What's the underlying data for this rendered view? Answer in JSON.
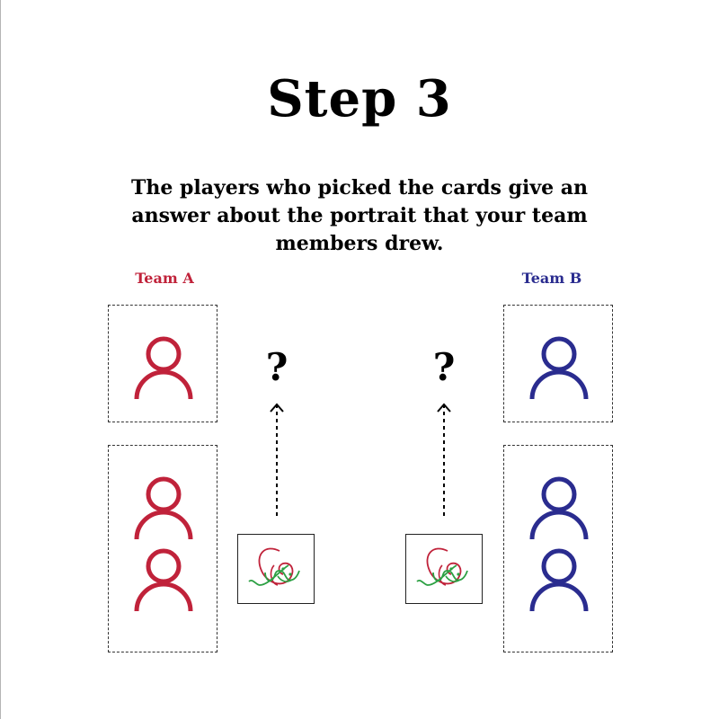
{
  "title": "Step 3",
  "instruction": "The players who picked the cards give an answer about the portrait that your team members drew.",
  "teams": {
    "a": {
      "label": "Team A",
      "color": "#c0223a"
    },
    "b": {
      "label": "Team B",
      "color": "#2a2c8f"
    }
  },
  "question_mark": "?",
  "icons": {
    "person": "person-icon",
    "arrow": "arrow-up-icon",
    "portrait": "portrait-drawing-icon"
  }
}
